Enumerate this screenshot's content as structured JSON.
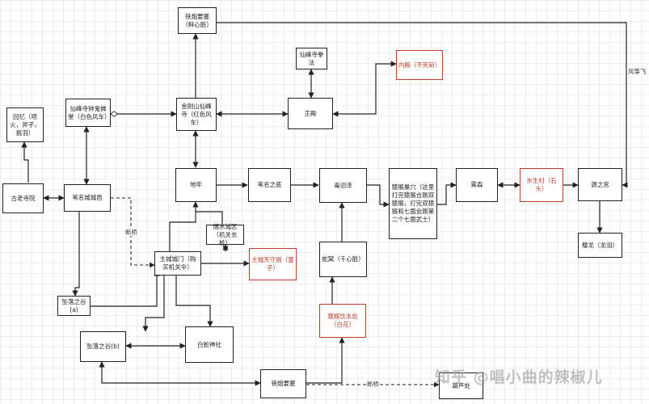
{
  "nodes": {
    "gulao": "古老寺院",
    "huiyi": "回忆（喷火，斧子，挑羽）",
    "weiming": "苇名城城邑",
    "xianfeng_zhong": "仙峰寺钟鬼佛堂（白色风车）",
    "tiepao_top": "铁炮要塞（鲜心脏）",
    "xianfeng_quan": "仙峰寺拳法",
    "neidian": "内殿（不死斩）",
    "jingang": "金刚山仙峰寺（红色风车）",
    "zhengdian": "正殿",
    "dilao": "地牢",
    "weiming_di": "苇名之底",
    "duzhao": "毒沼泽",
    "yuanhou": "猿猴巢穴（这里打完猿猴合刚双猿猴，打完双猿猴和七面会刚第二个七面武士）",
    "wusen": "雾森",
    "shuisheng": "水生村（石头）",
    "yuan_gong": "源之宫",
    "yinglong": "樱龙（龙泪）",
    "chushui": "储水城区（机关长枪）",
    "zhucheng": "主城城门（购买机关伞）",
    "zhucheng_tian": "主城天守阁（童子）",
    "shewo": "蛇窝（千心脏）",
    "zhuiluo_a": "坠落之谷(a)",
    "yuanhou_yin": "猿猴饮水处（白花）",
    "zhuiluo_b": "坠落之谷(b)",
    "baishe": "白蛇神社",
    "tiepao_bottom": "铁炮要塞",
    "fuguan": "葫芦处"
  },
  "edge_labels": {
    "duanqiao1": "断桥",
    "duanqiao2": "断桥",
    "fengzheng": "风筝飞"
  },
  "watermark": "知乎 @唱小曲的辣椒儿",
  "colors": {
    "line": "#222222",
    "highlight": "#c0392b"
  }
}
